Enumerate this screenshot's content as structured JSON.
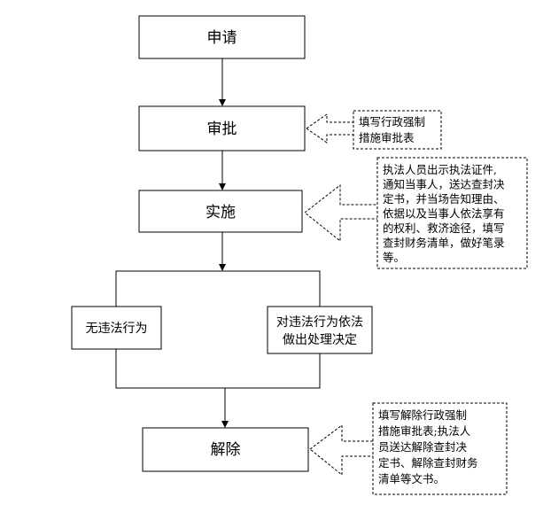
{
  "steps": {
    "apply": "申请",
    "approve": "审批",
    "implement": "实施",
    "no_violation": "无违法行为",
    "violation_line1": "对违法行为依法",
    "violation_line2": "做出处理决定",
    "release": "解除"
  },
  "notes": {
    "approve": [
      "填写行政强制",
      "措施审批表"
    ],
    "implement": [
      "执法人员出示执法证件,",
      "通知当事人，送达查封决",
      "定书，并当场告知理由、",
      "依据以及当事人依法享有",
      "的权利、救济途径，填写",
      "查封财务清单，做好笔录",
      "等。"
    ],
    "release": [
      "填写解除行政强制",
      "措施审批表;执法人",
      "员送达解除查封决",
      "定书、解除查封财务",
      "清单等文书。"
    ]
  },
  "colors": {
    "stroke": "#000000",
    "background": "#ffffff"
  }
}
